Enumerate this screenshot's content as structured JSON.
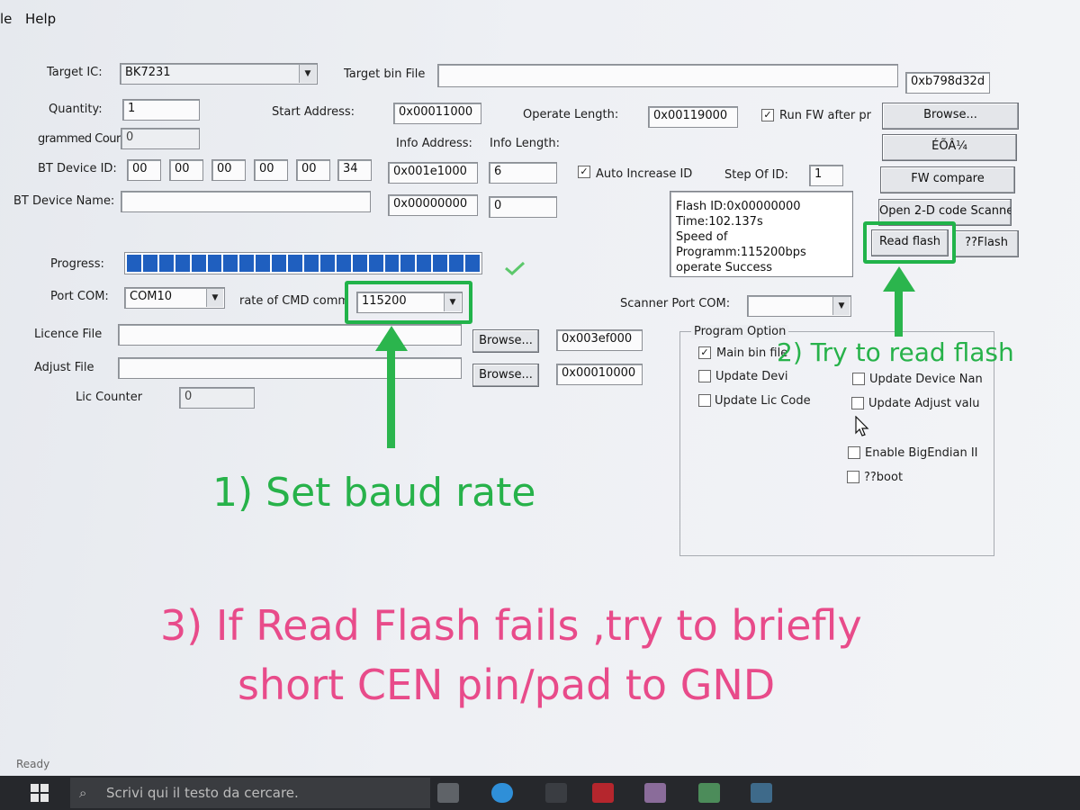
{
  "menu": {
    "file": "le",
    "help": "Help"
  },
  "labels": {
    "target_ic": "Target IC:",
    "target_bin_file": "Target bin File",
    "quantity": "Quantity:",
    "start_address": "Start Address:",
    "operate_length": "Operate Length:",
    "programmed_count": "grammed Cour",
    "info_address": "Info Address:",
    "info_length": "Info Length:",
    "bt_device_id": "BT Device ID:",
    "bt_device_name": "BT Device Name:",
    "auto_increase_id": "Auto Increase ID",
    "step_of_id": "Step Of ID:",
    "progress": "Progress:",
    "port_com": "Port COM:",
    "rate_cmd": "rate of CMD comm",
    "scanner_port_com": "Scanner Port COM:",
    "licence_file": "Licence File",
    "adjust_file": "Adjust File",
    "lic_counter": "Lic Counter",
    "run_fw_after": "Run FW after pr"
  },
  "values": {
    "target_ic": "BK7231",
    "target_bin_file": "",
    "checksum": "0xb798d32d",
    "quantity": "1",
    "start_address": "0x00011000",
    "operate_length": "0x00119000",
    "programmed_count": "0",
    "bt_id": [
      "00",
      "00",
      "00",
      "00",
      "00",
      "34"
    ],
    "info_address_1": "0x001e1000",
    "info_length_1": "6",
    "info_address_2": "0x00000000",
    "info_length_2": "0",
    "step_of_id": "1",
    "bt_device_name": "",
    "port_com": "COM10",
    "baud_rate": "115200",
    "scanner_port": "",
    "licence_file": "",
    "adjust_file": "",
    "licence_addr": "0x003ef000",
    "adjust_addr": "0x00010000",
    "lic_counter": "0"
  },
  "progress": {
    "fraction": 1.0,
    "status_icon": "check-icon"
  },
  "info_box": {
    "lines": [
      "Flash ID:0x00000000",
      "Time:102.137s",
      "Speed of Programm:115200bps",
      "operate Success"
    ]
  },
  "buttons": {
    "browse_top": "Browse...",
    "garbled": "ÉÕÂ¼",
    "fw_compare": "FW compare",
    "open_scanner": "Open 2-D code Scanner",
    "read_flash": "Read flash",
    "flash_q": "??Flash",
    "browse_licence": "Browse...",
    "browse_adjust": "Browse..."
  },
  "program_option": {
    "title": "Program Option",
    "main_bin": "Main bin file",
    "update_devi": "Update Devi",
    "update_lic_code": "Update Lic Code",
    "update_device_name": "Update Device Nan",
    "update_adjust": "Update Adjust valu",
    "enable_bigendian": "Enable BigEndian II",
    "boot": "??boot"
  },
  "checkboxes": {
    "run_fw_after": true,
    "auto_increase_id": true,
    "main_bin": true,
    "update_devi": false,
    "update_lic_code": false,
    "update_device_name": false,
    "update_adjust": false,
    "enable_bigendian": false,
    "boot": false
  },
  "annotations": {
    "step1": "1) Set baud rate",
    "step2": "2) Try to read flash",
    "step3_line1": "3) If Read Flash fails ,try to briefly",
    "step3_line2": "short CEN pin/pad to GND",
    "color_green": "#27b24a",
    "color_pink": "#e84b8a"
  },
  "status": {
    "text": "Ready"
  },
  "taskbar": {
    "search_placeholder": "Scrivi qui il testo da cercare."
  }
}
